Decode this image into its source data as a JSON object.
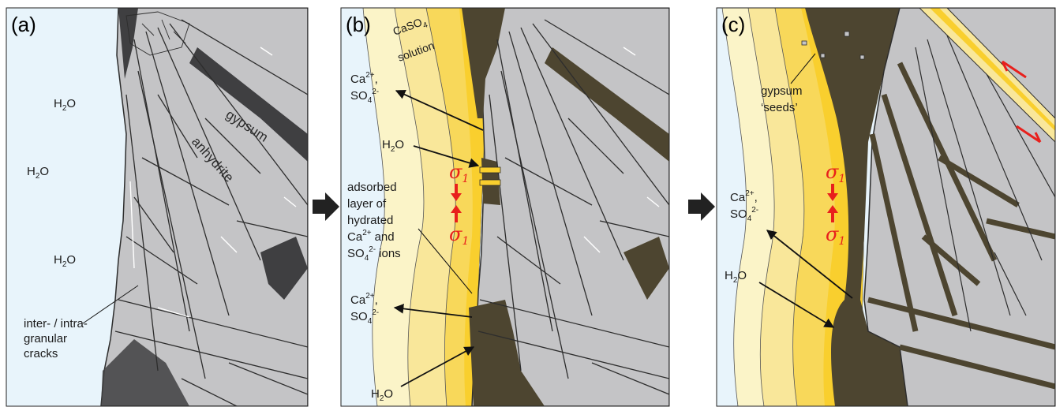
{
  "panels": [
    {
      "letter": "(a)",
      "h2o_labels": [
        "H",
        "H",
        "H"
      ],
      "h2o_sub": "2",
      "h2o_tail": "O",
      "gypsum_label": "gypsum",
      "anhydrite_label": "anhydrite",
      "cracks_label": [
        "inter- / intra-",
        "granular",
        "cracks"
      ]
    },
    {
      "letter": "(b)",
      "caso4_label_1": "CaSO",
      "caso4_sub": "4",
      "caso4_label_2": "solution",
      "ion_label_1": "Ca",
      "ion_sup_1": "2+",
      "ion_comma": ",",
      "ion_label_2": "SO",
      "ion_sub_2": "4",
      "ion_sup_2": "2-",
      "h2o": "H",
      "h2o_sub": "2",
      "h2o_tail": "O",
      "sigma": "σ",
      "sigma_sub": "1",
      "adsorbed_lines": [
        "adsorbed",
        "layer of",
        "hydrated",
        "Ca",
        "and",
        "SO",
        "ions"
      ],
      "adsorbed_sup_ca": "2+",
      "adsorbed_sub_so": "4",
      "adsorbed_sup_so": "2-"
    },
    {
      "letter": "(c)",
      "seeds_label_1": "gypsum",
      "seeds_label_2": "‘seeds’",
      "ion_label_1": "Ca",
      "ion_sup_1": "2+",
      "ion_comma": ",",
      "ion_label_2": "SO",
      "ion_sub_2": "4",
      "ion_sup_2": "2-",
      "h2o": "H",
      "h2o_sub": "2",
      "h2o_tail": "O",
      "sigma": "σ",
      "sigma_sub": "1"
    }
  ],
  "colors": {
    "water": "#e8f4fb",
    "grain": "#c4c4c6",
    "grain_edge": "#2d2d2d",
    "gypsum_dark": "#3f3f41",
    "gypsum_brown": "#4d4530",
    "yellow_pale": "#fbf4c8",
    "yellow_light": "#f9e79a",
    "yellow_mid": "#f8d85a",
    "yellow_strong": "#f9cf2e",
    "sigma_red": "#e8201c",
    "arrow": "#333333"
  }
}
